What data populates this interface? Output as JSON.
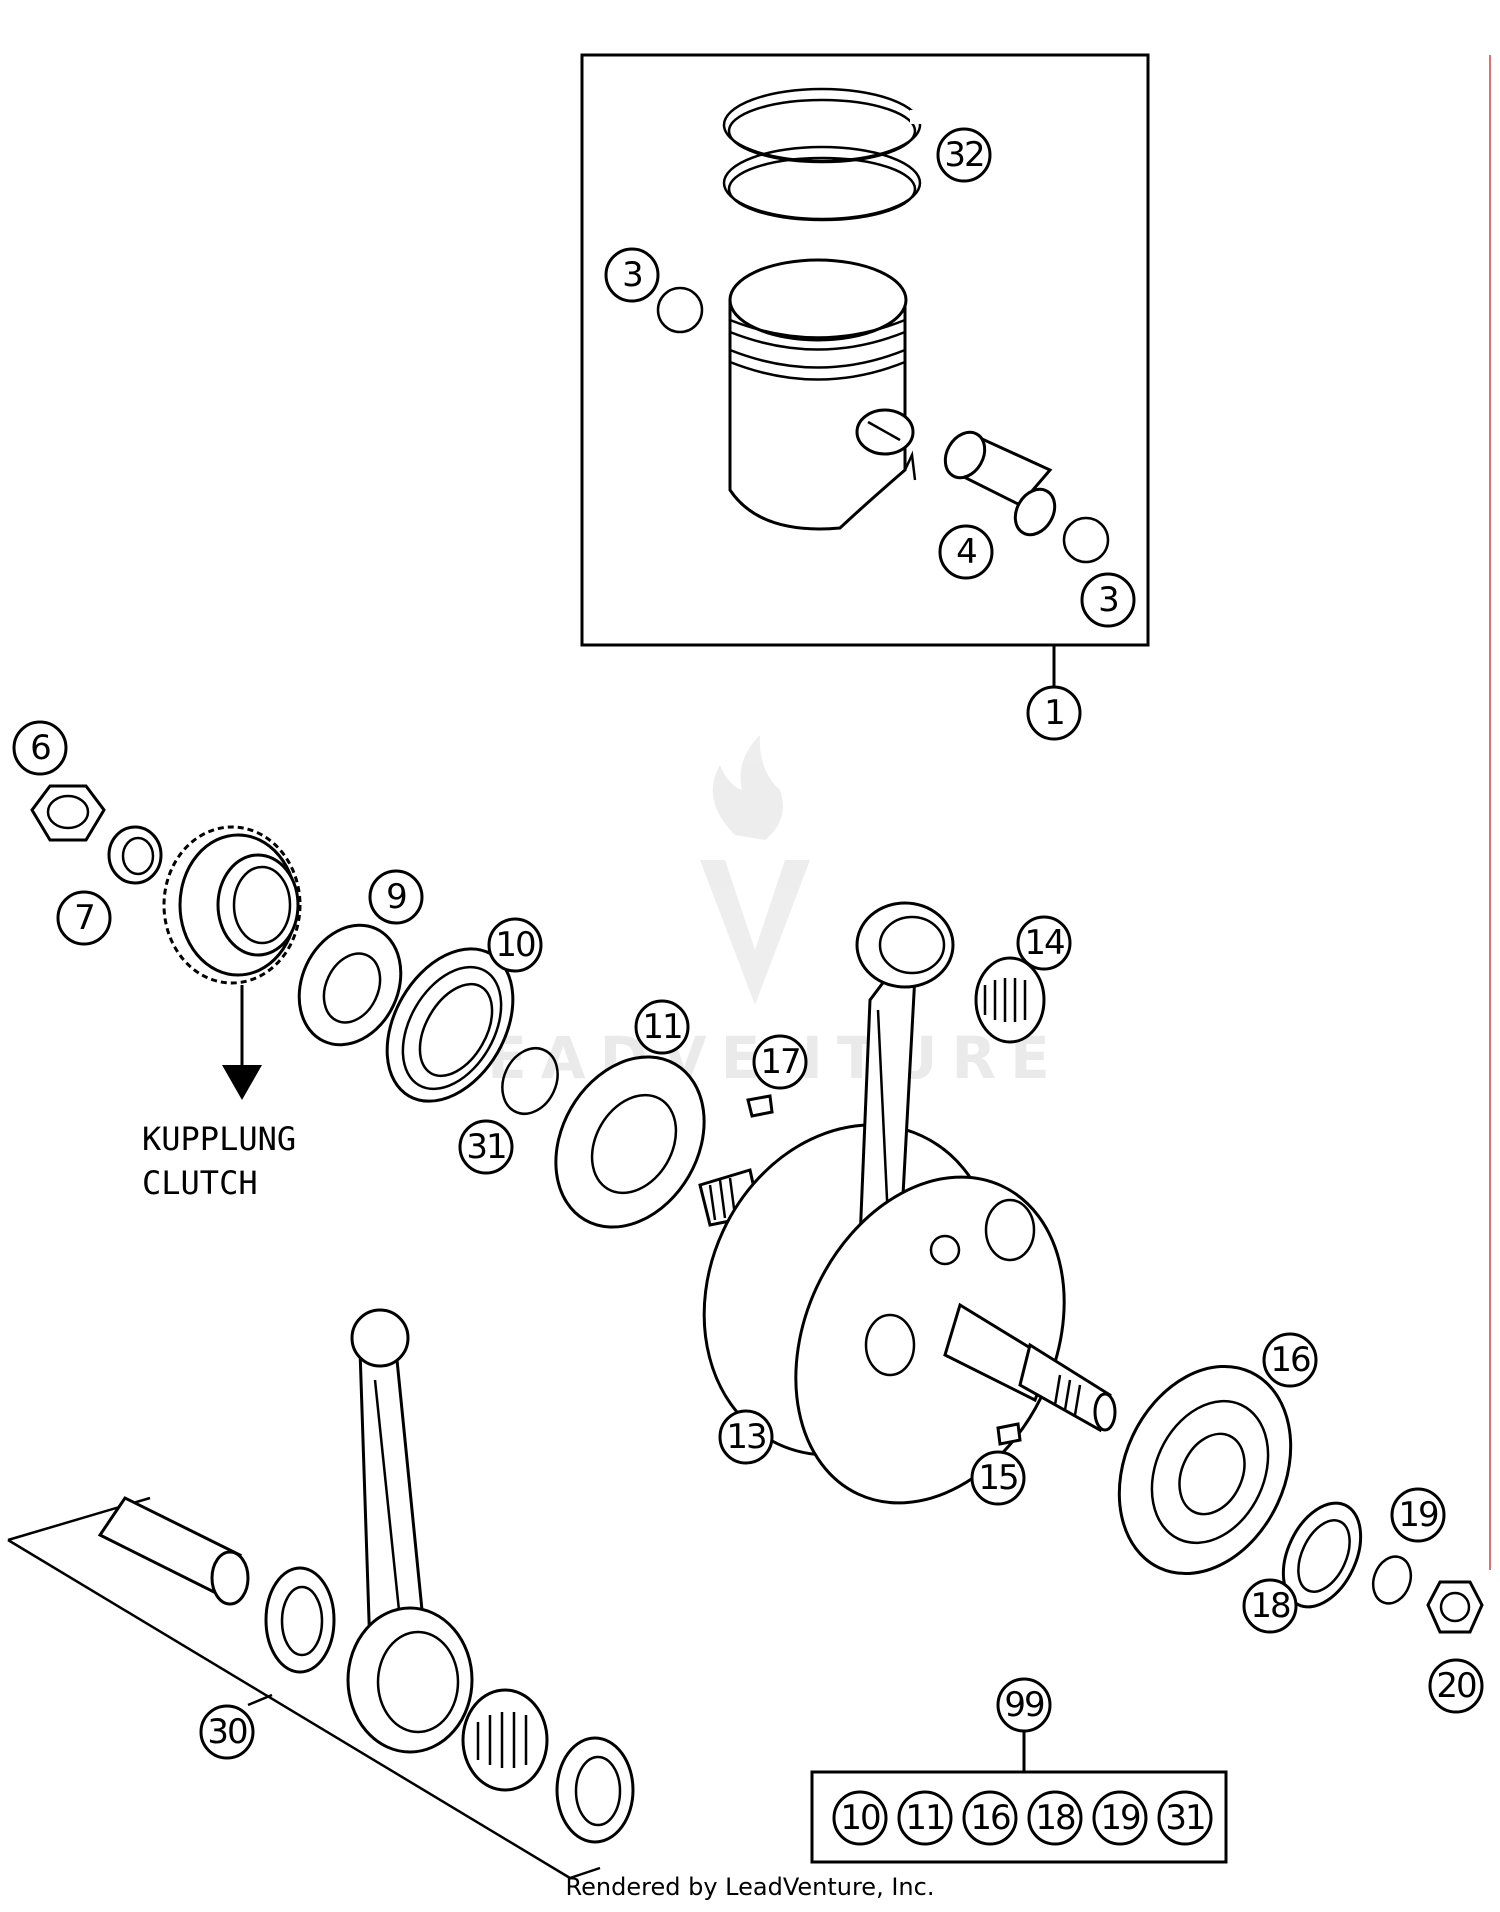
{
  "callouts": {
    "c1": "1",
    "c3a": "3",
    "c3b": "3",
    "c4": "4",
    "c32": "32",
    "c6": "6",
    "c7": "7",
    "c9": "9",
    "c10": "10",
    "c11": "11",
    "c13": "13",
    "c14": "14",
    "c15": "15",
    "c16": "16",
    "c17": "17",
    "c18": "18",
    "c19": "19",
    "c20": "20",
    "c30": "30",
    "c31": "31",
    "c99": "99"
  },
  "kit_items": [
    "10",
    "11",
    "16",
    "18",
    "19",
    "31"
  ],
  "clutch_note": {
    "line1": "KUPPLUNG",
    "line2": "CLUTCH"
  },
  "watermark": "LEADVENTURE",
  "footer": "Rendered by LeadVenture, Inc."
}
